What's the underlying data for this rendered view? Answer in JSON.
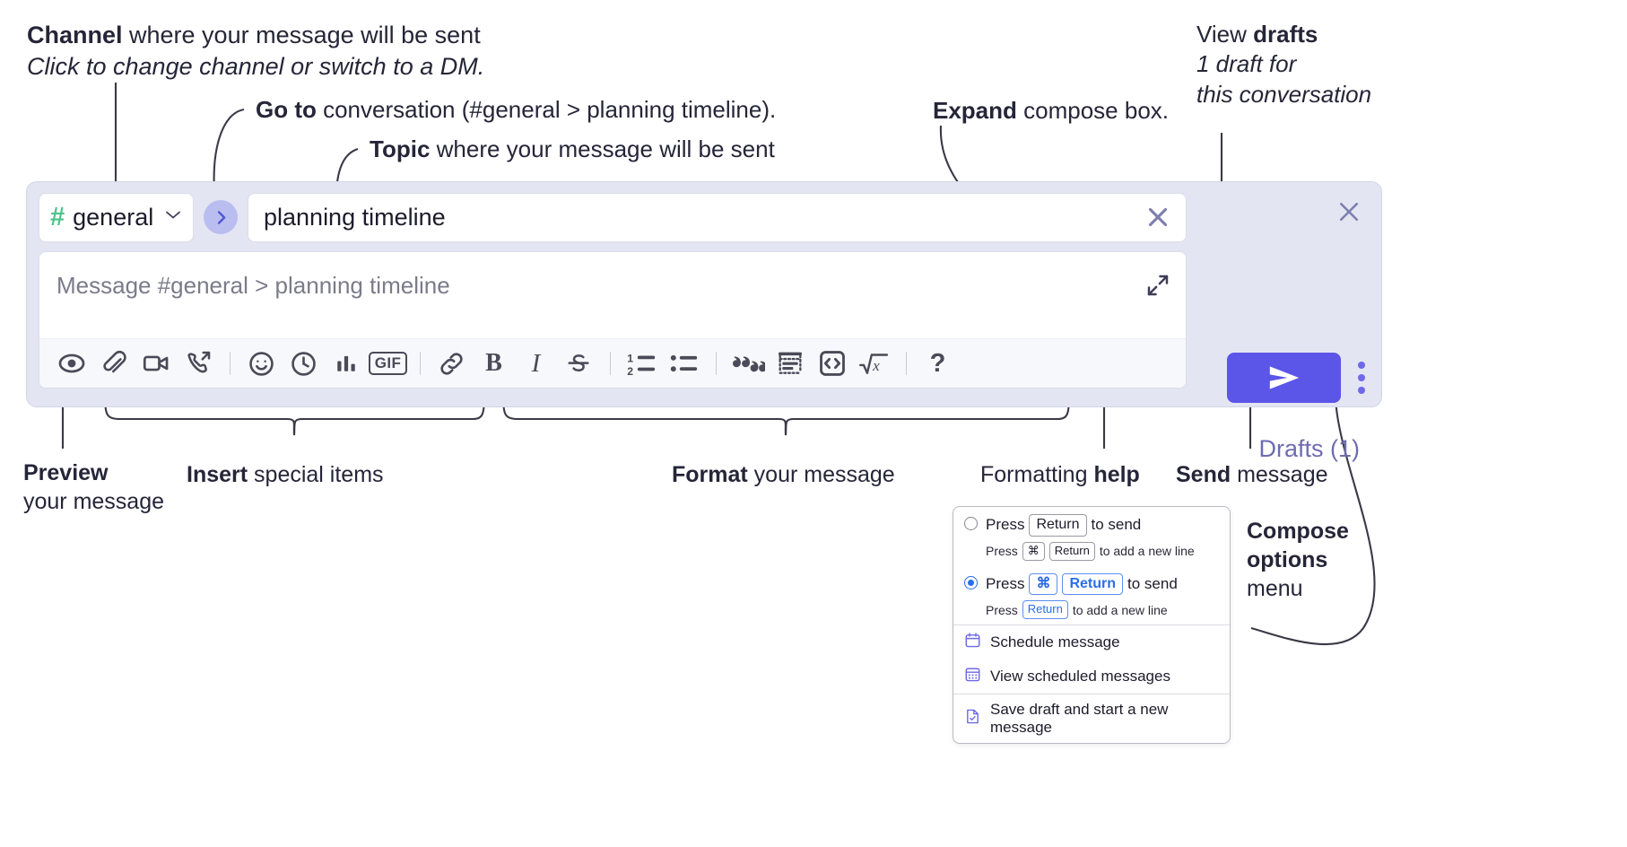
{
  "annotations": {
    "channel": {
      "bold": "Channel",
      "rest": " where your message will be sent",
      "italic": "Click to change channel or switch to a DM."
    },
    "goto": {
      "bold": "Go to",
      "rest": " conversation (#general > planning timeline)."
    },
    "topic": {
      "bold": "Topic",
      "rest": " where your message will be sent"
    },
    "expand": {
      "bold": "Expand",
      "rest": " compose box."
    },
    "drafts": {
      "plain": "View ",
      "bold": "drafts",
      "italic1": "1 draft for",
      "italic2": "this conversation"
    },
    "preview": {
      "bold": "Preview",
      "rest": "your message"
    },
    "insert": {
      "bold": "Insert",
      "rest": " special items"
    },
    "format": {
      "bold": "Format",
      "rest": " your message"
    },
    "help": {
      "plain": "Formatting ",
      "bold": "help"
    },
    "send": {
      "bold": "Send",
      "rest": " message"
    },
    "compose_options": {
      "bold": "Compose options",
      "rest": "menu"
    }
  },
  "compose": {
    "channel": {
      "hash": "#",
      "name": "general",
      "chevron": "chevron-down"
    },
    "goto_button": "go-to-conversation",
    "topic": {
      "value": "planning timeline",
      "clear": "clear-topic"
    },
    "message": {
      "placeholder": "Message #general > planning timeline",
      "value": ""
    },
    "expand_label": "expand-compose-box",
    "close_label": "close-compose",
    "drafts_link": "Drafts (1)",
    "send_label": "send-message",
    "options_label": "compose-options",
    "toolbar": [
      {
        "name": "preview-icon",
        "kind": "eye"
      },
      {
        "name": "attachment-icon",
        "kind": "paperclip"
      },
      {
        "name": "video-clip-icon",
        "kind": "video"
      },
      {
        "name": "audio-clip-icon",
        "kind": "phone"
      },
      {
        "name": "separator-1",
        "kind": "sep"
      },
      {
        "name": "emoji-icon",
        "kind": "emoji"
      },
      {
        "name": "reminder-icon",
        "kind": "clock"
      },
      {
        "name": "poll-icon",
        "kind": "bars"
      },
      {
        "name": "gif-icon",
        "kind": "gif",
        "label": "GIF"
      },
      {
        "name": "separator-2",
        "kind": "sep"
      },
      {
        "name": "link-icon",
        "kind": "link"
      },
      {
        "name": "bold-icon",
        "kind": "bold",
        "label": "B"
      },
      {
        "name": "italic-icon",
        "kind": "italic",
        "label": "I"
      },
      {
        "name": "strikethrough-icon",
        "kind": "strike"
      },
      {
        "name": "separator-3",
        "kind": "sep"
      },
      {
        "name": "ordered-list-icon",
        "kind": "ol"
      },
      {
        "name": "bulleted-list-icon",
        "kind": "ul"
      },
      {
        "name": "separator-4",
        "kind": "sep"
      },
      {
        "name": "blockquote-icon",
        "kind": "quote"
      },
      {
        "name": "code-block-icon",
        "kind": "codeblock"
      },
      {
        "name": "inline-code-icon",
        "kind": "code"
      },
      {
        "name": "math-icon",
        "kind": "math"
      },
      {
        "name": "separator-5",
        "kind": "sep"
      },
      {
        "name": "formatting-help-icon",
        "kind": "help",
        "label": "?"
      }
    ]
  },
  "options_menu": {
    "radio_options": [
      {
        "selected": false,
        "main": {
          "pre": "Press",
          "keys": [
            "Return"
          ],
          "post": "to send"
        },
        "sub": {
          "pre": "Press",
          "keys": [
            "⌘",
            "Return"
          ],
          "post": "to add a new line"
        }
      },
      {
        "selected": true,
        "main": {
          "pre": "Press",
          "keys": [
            "⌘",
            "Return"
          ],
          "post": "to send"
        },
        "sub": {
          "pre": "Press",
          "keys": [
            "Return"
          ],
          "post": "to add a new line"
        }
      }
    ],
    "items": [
      {
        "icon": "calendar-icon",
        "label": "Schedule message"
      },
      {
        "icon": "calendar-grid-icon",
        "label": "View scheduled messages"
      },
      {
        "icon": "save-draft-icon",
        "label": "Save draft and start a new message"
      }
    ]
  },
  "colors": {
    "accent_purple": "#5b55e8",
    "compose_bg": "#e3e5f2",
    "hash_green": "#4cc38a",
    "drafts_text": "#6e6cb0",
    "radio_blue": "#2a6ee8"
  }
}
